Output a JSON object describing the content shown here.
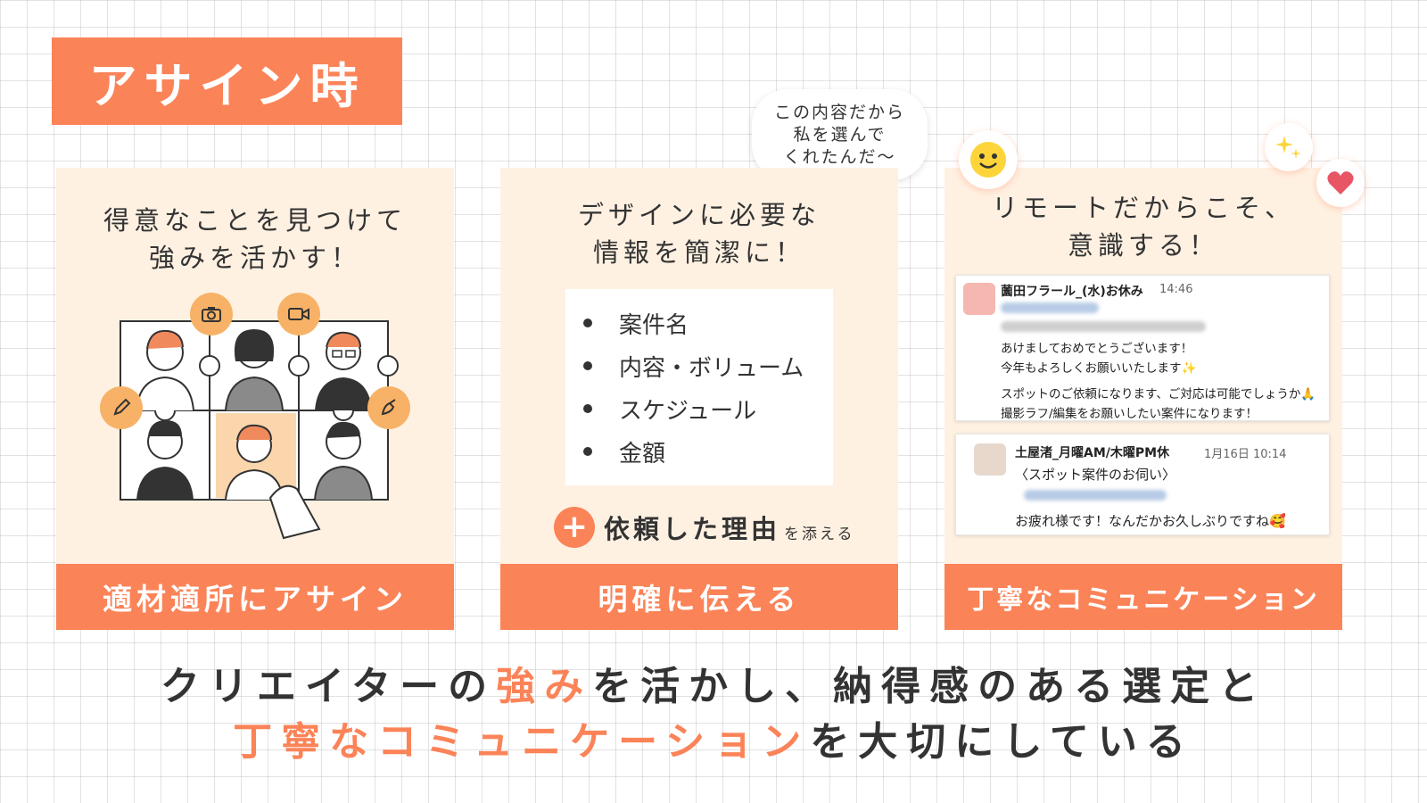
{
  "title": "アサイン時",
  "colors": {
    "accent": "#fb8358",
    "card_bg": "#fff1e2",
    "icon_bg": "#f7b267"
  },
  "cards": [
    {
      "heading": [
        "得意なことを見つけて",
        "強みを活かす！"
      ],
      "footer": "適材適所にアサイン",
      "icons": [
        "camera-icon",
        "video-icon",
        "pencil-icon",
        "pen-nib-icon"
      ]
    },
    {
      "heading": [
        "デザインに必要な",
        "情報を簡潔に！"
      ],
      "list": [
        "案件名",
        "内容・ボリューム",
        "スケジュール",
        "金額"
      ],
      "reason": {
        "plus": "+",
        "main": "依頼した理由",
        "sub": "を添える"
      },
      "speech": [
        "この内容だから",
        "私を選んで",
        "くれたんだ〜"
      ],
      "footer": "明確に伝える"
    },
    {
      "heading": [
        "リモートだからこそ、",
        "意識する！"
      ],
      "footer": "丁寧なコミュニケーション",
      "chat": [
        {
          "name": "薗田フラール_(水)お休み",
          "time": "14:46",
          "lines": [
            "あけましておめでとうございます！",
            "今年もよろしくお願いいたします✨",
            "スポットのご依頼になります、ご対応は可能でしょうか🙏",
            "撮影ラフ/編集をお願いしたい案件になります！"
          ]
        },
        {
          "name": "土屋渚_月曜AM/木曜PM休",
          "time": "1月16日 10:14",
          "lines": [
            "〈スポット案件のお伺い〉",
            "お疲れ様です！なんだかお久しぶりですね🥰"
          ]
        }
      ],
      "floating": [
        "smile-emoji-icon",
        "sparkles-icon",
        "heart-icon"
      ]
    }
  ],
  "bottom": {
    "line1": {
      "a": "クリエイターの",
      "b": "強み",
      "c": "を活かし、納得感のある選定と"
    },
    "line2": {
      "a": "丁寧なコミュニケーション",
      "b": "を大切にしている"
    }
  }
}
